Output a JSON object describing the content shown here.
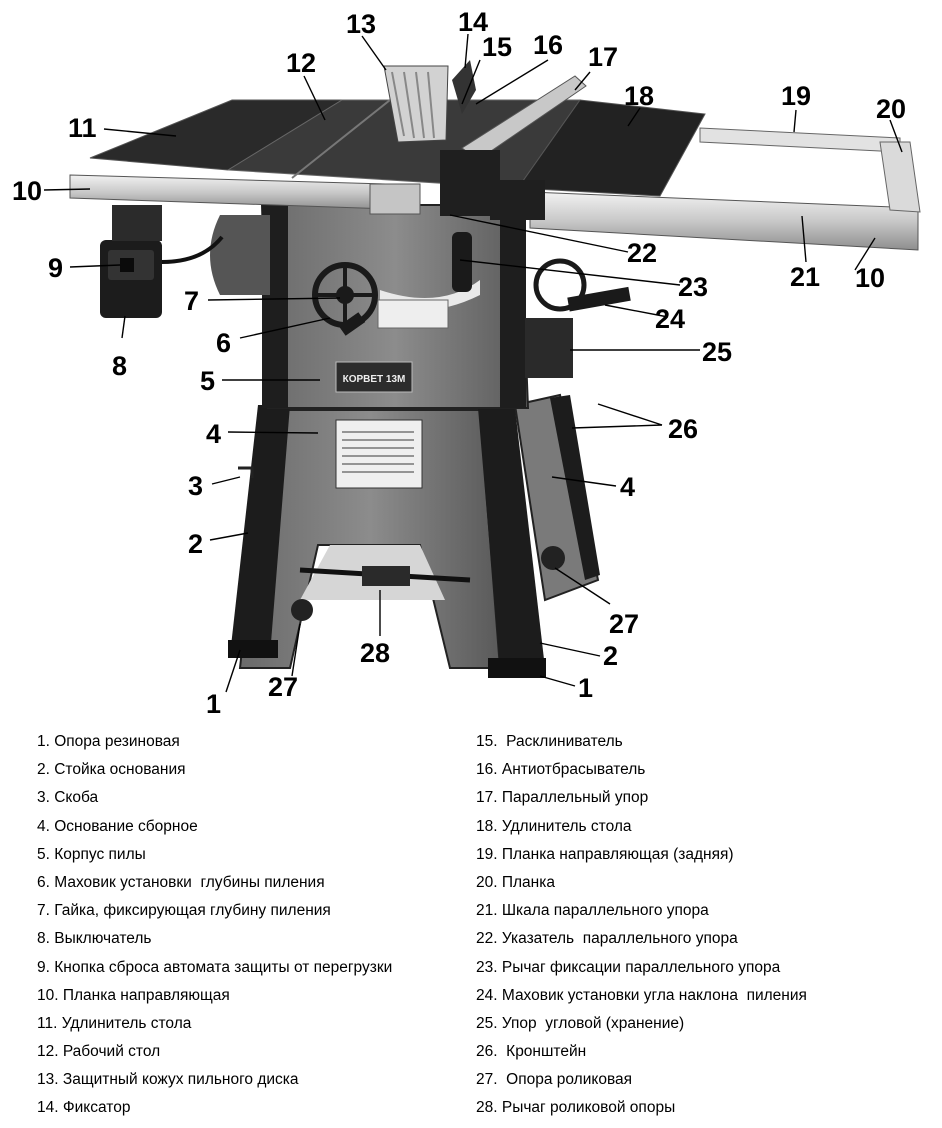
{
  "figure": {
    "brand_label": "КОРВЕТ 13М",
    "callouts": [
      "1",
      "1",
      "2",
      "2",
      "3",
      "4",
      "4",
      "5",
      "6",
      "7",
      "8",
      "9",
      "10",
      "10",
      "11",
      "12",
      "13",
      "14",
      "15",
      "16",
      "17",
      "18",
      "19",
      "20",
      "21",
      "22",
      "23",
      "24",
      "25",
      "26",
      "27",
      "27",
      "28"
    ]
  },
  "legend": {
    "left": [
      "1. Опора резиновая",
      "2. Стойка основания",
      "3. Скоба",
      "4. Основание сборное",
      "5. Корпус пилы",
      "6. Маховик установки  глубины пиления",
      "7. Гайка, фиксирующая глубину пиления",
      "8. Выключатель",
      "9. Кнопка сброса автомата защиты от перегрузки",
      "10. Планка направляющая",
      "11. Удлинитель стола",
      "12. Рабочий стол",
      "13. Защитный кожух пильного диска",
      "14. Фиксатор"
    ],
    "right": [
      "15.  Расклиниватель",
      "16. Антиотбрасыватель",
      "17. Параллельный упор",
      "18. Удлинитель стола",
      "19. Планка направляющая (задняя)",
      "20. Планка",
      "21. Шкала параллельного упора",
      "22. Указатель  параллельного упора",
      "23. Рычаг фиксации параллельного упора",
      "24. Маховик установки угла наклона  пиления",
      "25. Упор  угловой (хранение)",
      "26.  Кронштейн",
      "27.  Опора роликовая",
      "28. Рычаг роликовой опоры"
    ]
  }
}
